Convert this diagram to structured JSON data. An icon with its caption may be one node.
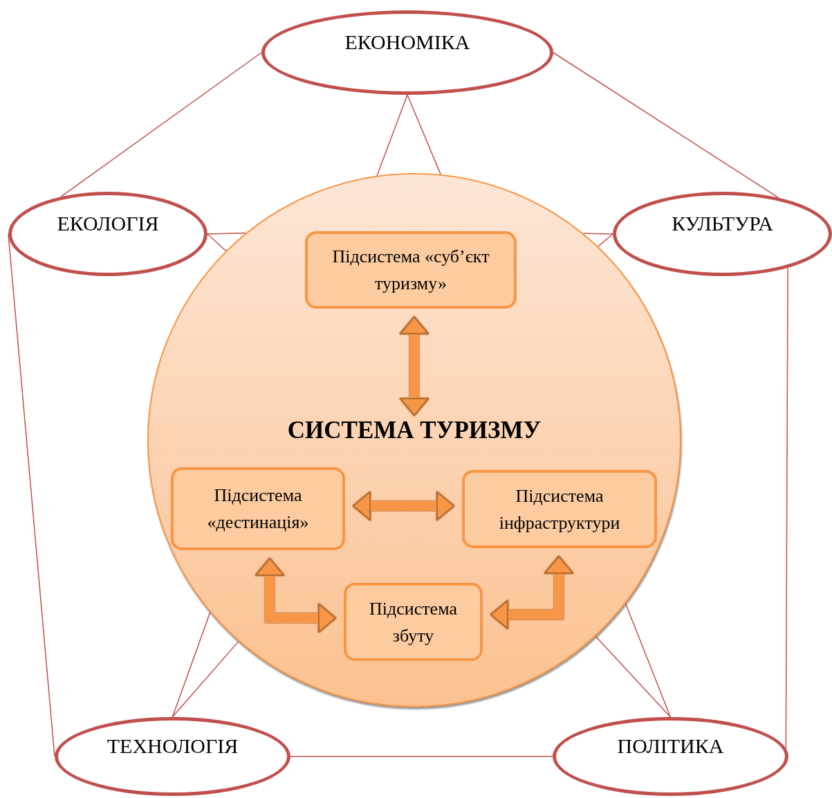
{
  "diagram": {
    "nodes": [
      {
        "text": [
          "ЕКОНОМІКА"
        ]
      },
      {
        "text": [
          "ЕКОЛОГІЯ"
        ]
      },
      {
        "text": [
          "КУЛЬТУРА"
        ]
      },
      {
        "text": [],
        "shape": "circle"
      },
      {
        "text": [
          "СИСТЕМА ТУРИЗМУ"
        ],
        "in": 3
      },
      {
        "text": [
          "Підсистема «суб’єкт туризму»"
        ],
        "in": 3
      },
      {
        "text": [
          "Підсистема «дестинація»"
        ],
        "in": 3
      },
      {
        "text": [
          "Підсистема інфраструктури"
        ],
        "in": 3
      },
      {
        "text": [
          "Підсистема збуту"
        ],
        "in": 3
      },
      {
        "text": [
          "ТЕХНОЛОГІЯ"
        ]
      },
      {
        "text": [
          "ПОЛІТИКА"
        ]
      }
    ],
    "edges": [
      {
        "from": 0,
        "to": 3,
        "arrow": "none"
      },
      {
        "from": 0,
        "to": 3,
        "arrow": "none"
      },
      {
        "from": 1,
        "to": 3,
        "arrow": "none"
      },
      {
        "from": 1,
        "to": 3,
        "arrow": "none"
      },
      {
        "from": 2,
        "to": 3,
        "arrow": "none"
      },
      {
        "from": 2,
        "to": 3,
        "arrow": "none"
      },
      {
        "from": 9,
        "to": 3,
        "arrow": "none"
      },
      {
        "from": 9,
        "to": 3,
        "arrow": "none"
      },
      {
        "from": 10,
        "to": 3,
        "arrow": "none"
      },
      {
        "from": 10,
        "to": 3,
        "arrow": "none"
      },
      {
        "from": 0,
        "to": 1,
        "arrow": "none"
      },
      {
        "from": 0,
        "to": 2,
        "arrow": "none"
      },
      {
        "from": 1,
        "to": 9,
        "arrow": "none"
      },
      {
        "from": 9,
        "to": 10,
        "arrow": "none"
      },
      {
        "from": 2,
        "to": 10,
        "arrow": "none"
      },
      {
        "from": 5,
        "to": 4,
        "arrow": "both",
        "style": "thick",
        "color": "#f79646"
      },
      {
        "from": 6,
        "to": 7,
        "arrow": "both",
        "style": "thick",
        "color": "#f79646"
      },
      {
        "from": 6,
        "to": 8,
        "arrow": "both",
        "style": "thick",
        "color": "#f79646"
      },
      {
        "from": 7,
        "to": 8,
        "arrow": "both",
        "style": "thick",
        "color": "#f79646"
      }
    ]
  }
}
